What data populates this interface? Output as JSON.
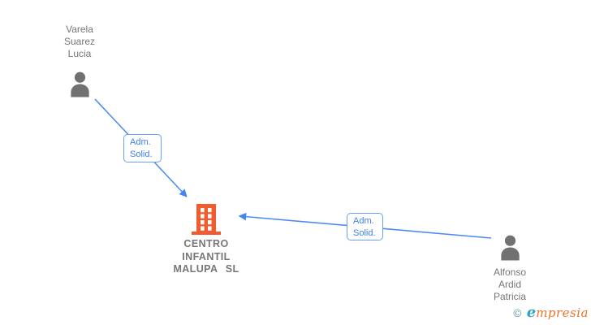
{
  "diagram": {
    "type": "corporate-relationship-graph",
    "nodes": {
      "person1": {
        "icon": "person-icon",
        "lines": [
          "Varela",
          "Suarez",
          "Lucia"
        ]
      },
      "company": {
        "icon": "building-icon",
        "lines": [
          "CENTRO",
          "INFANTIL",
          "MALUPA SL"
        ]
      },
      "person2": {
        "icon": "person-icon",
        "lines": [
          "Alfonso",
          "Ardid",
          "Patricia"
        ]
      }
    },
    "edges": [
      {
        "from": "person1",
        "to": "company",
        "label_lines": [
          "Adm.",
          "Solid."
        ]
      },
      {
        "from": "person2",
        "to": "company",
        "label_lines": [
          "Adm.",
          "Solid."
        ]
      }
    ],
    "colors": {
      "edge_blue": "#4285f4",
      "edge_label_border": "#68a0f4",
      "building_orange": "#f25b2d",
      "person_gray": "#717171",
      "name_text_gray": "#737679",
      "company_text_gray": "#767676",
      "brand_teal": "#2da4c4",
      "brand_orange": "#ec7426"
    }
  },
  "watermark": {
    "copyright": "©",
    "brand_initial": "e",
    "brand_rest": "mpresia"
  }
}
